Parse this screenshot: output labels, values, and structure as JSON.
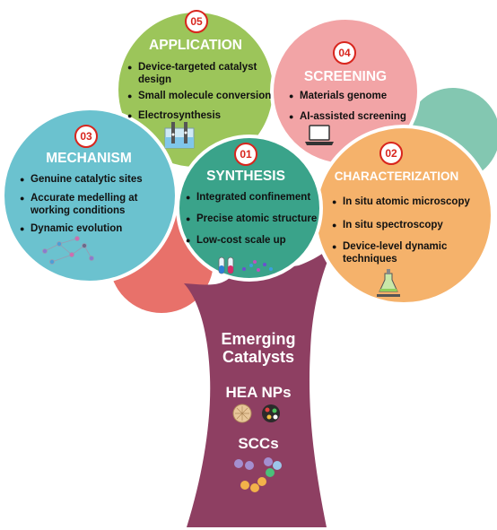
{
  "colors": {
    "application": "#9cc55a",
    "screening": "#f2a4a6",
    "mechanism": "#6bc2cf",
    "synthesis": "#3aa38a",
    "characterization": "#f5b26b",
    "trunk": "#8e3f62",
    "leaf_red": "#e8716a",
    "leaf_teal": "#83c7b1",
    "badge_ring": "#d8251d"
  },
  "sections": {
    "application": {
      "number": "05",
      "title": "APPLICATION",
      "items": [
        "Device-targeted catalyst design",
        "Small molecule conversion",
        "Electrosynthesis"
      ],
      "icon": "electrolyzer-icon"
    },
    "screening": {
      "number": "04",
      "title": "SCREENING",
      "items": [
        "Materials genome",
        "AI-assisted screening"
      ],
      "icon": "laptop-icon"
    },
    "mechanism": {
      "number": "03",
      "title": "MECHANISM",
      "items": [
        "Genuine catalytic sites",
        "Accurate medelling at working conditions",
        "Dynamic evolution"
      ],
      "icon": "molecular-network-icon"
    },
    "synthesis": {
      "number": "01",
      "title": "SYNTHESIS",
      "items": [
        "Integrated confinement",
        "Precise atomic structure",
        "Low-cost scale up"
      ],
      "icon": "test-tubes-icon"
    },
    "characterization": {
      "number": "02",
      "title": "CHARACTERIZATION",
      "items": [
        "In situ atomic microscopy",
        "In situ spectroscopy",
        "Device-level dynamic techniques"
      ],
      "icon": "flask-stand-icon"
    }
  },
  "trunk": {
    "title_line1": "Emerging",
    "title_line2": "Catalysts",
    "hea": "HEA NPs",
    "scc": "SCCs"
  }
}
